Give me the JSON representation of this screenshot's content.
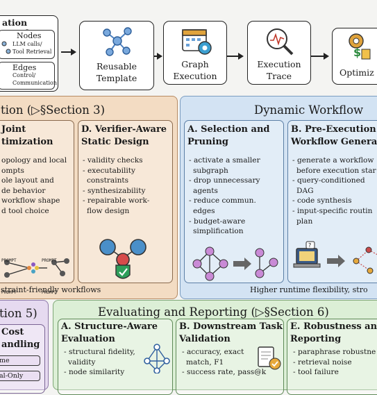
{
  "flow": {
    "graph_card": {
      "title": "ation Graph",
      "nodes_label": "Nodes",
      "nodes_desc_1": "LLM calls/",
      "nodes_desc_2": "Tool Retrieval",
      "edges_label": "Edges",
      "edges_desc_1": "Control/",
      "edges_desc_2": "Communication"
    },
    "steps": [
      {
        "label_1": "Reusable",
        "label_2": "Template",
        "icon": "network-template-icon"
      },
      {
        "label_1": "Graph",
        "label_2": "Execution",
        "icon": "calendar-gear-icon"
      },
      {
        "label_1": "Execution",
        "label_2": "Trace",
        "icon": "magnifier-trace-icon"
      },
      {
        "label_1": "Optimiz",
        "label_2": "",
        "icon": "gear-coins-icon"
      }
    ]
  },
  "static_section": {
    "title": "tion (▷§Section 3)",
    "color": "#f3dcc3",
    "col_c": {
      "title_1": "Joint",
      "title_2": "timization",
      "items": [
        "opology and local",
        "ompts",
        "ole layout and",
        "de behavior",
        "workflow shape",
        "d tool choice"
      ],
      "prompt_labels": [
        "PROMPT",
        "PROMPT",
        "PROMPT",
        "PROMPT"
      ]
    },
    "col_d": {
      "title_1": "D. Verifier-Aware",
      "title_2": "Static Design",
      "items": [
        "- validity checks",
        "- executability",
        "constraints",
        "- synthesizability",
        "- repairable work-",
        "flow design"
      ]
    },
    "footer": "straint-friendly workflows"
  },
  "dynamic_section": {
    "title": "Dynamic Workflow",
    "color": "#d3e3f3",
    "col_a": {
      "title_1": "A. Selection and",
      "title_2": "Pruning",
      "items": [
        "- activate a smaller",
        "subgraph",
        "- drop unnecessary",
        "agents",
        "- reduce commun.",
        "edges",
        "- budget-aware",
        "simplification"
      ]
    },
    "col_b": {
      "title_1": "B. Pre-Execution",
      "title_2": "Workflow Genera",
      "items": [
        "- generate a workflow",
        "before execution star",
        "- query-conditioned",
        "DAG",
        "- code synthesis",
        "- input-specific routin",
        "plan"
      ]
    },
    "footer": "Higher runtime flexibility, stro"
  },
  "left_bottom": {
    "title": "tion 5)",
    "color": "#e6daf0",
    "card_title_1": "Cost",
    "card_title_2": "andling",
    "pill_1": "me",
    "pill_2": "al-Only"
  },
  "eval_section": {
    "title": "Evaluating and Reporting (▷§Section 6)",
    "color": "#dcefd6",
    "col_a": {
      "title_1": "A. Structure-Aware",
      "title_2": "Evaluation",
      "items": [
        "- structural fidelity,",
        "validity",
        "- node similarity"
      ]
    },
    "col_b": {
      "title_1": "B. Downstream Task",
      "title_2": "Validation",
      "items": [
        "- accuracy, exact",
        "match, F1",
        "- success rate, pass@k"
      ]
    },
    "col_e": {
      "title_1": "E. Robustness and",
      "title_2": "Reporting",
      "items": [
        "- paraphrase robustne",
        "- retrieval noise",
        "- tool failure"
      ]
    }
  }
}
